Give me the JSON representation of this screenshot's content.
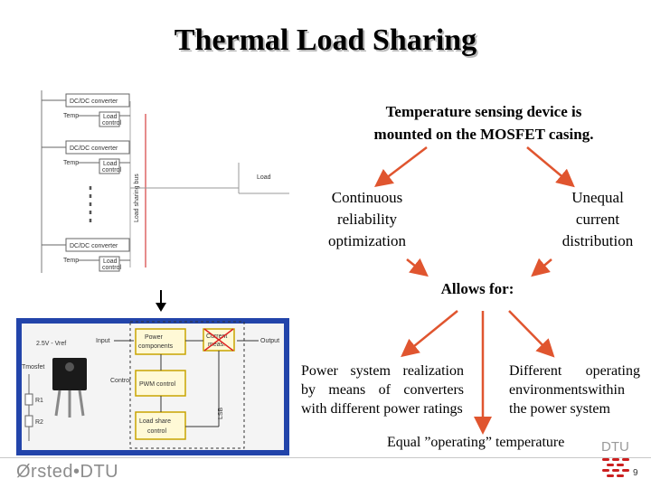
{
  "slide": {
    "title": "Thermal Load Sharing",
    "sensing_line1": "Temperature sensing device is",
    "sensing_line2": "mounted on the MOSFET casing.",
    "continuous_line1": "Continuous",
    "continuous_line2": "reliability",
    "continuous_line3": "optimization",
    "unequal_line1": "Unequal",
    "unequal_line2": "current",
    "unequal_line3": "distribution",
    "allows": "Allows for:",
    "power_system": "Power system realization by means of converters with different power ratings",
    "environments": "Different operating environmentswithin the power system",
    "equal_temp": "Equal ”operating” temperature",
    "slide_number": "9"
  },
  "top_diagram": {
    "converter_label": "DC/DC converter",
    "temp_label": "Temp",
    "load_control_line1": "Load",
    "load_control_line2": "control",
    "load_label": "Load",
    "bus_label": "Load sharing bus"
  },
  "bottom_diagram": {
    "input_label": "Input",
    "output_label": "Output",
    "power_line1": "Power",
    "power_line2": "components",
    "current_line1": "Current",
    "current_line2": "meas.",
    "pwm_label": "PWM control",
    "share_line1": "Load share",
    "share_line2": "control",
    "control_label": "Control",
    "vref_label": "2.5V - Vref",
    "tmosfet_label": "Tmosfet",
    "r1_label": "R1",
    "r2_label": "R2",
    "lsb_label": "LSB",
    "panel_color": "#2244aa"
  },
  "footer": {
    "logo_text": "Ørsted•DTU",
    "dtu_text": "DTU",
    "accent_color": "#cc1f1f"
  }
}
